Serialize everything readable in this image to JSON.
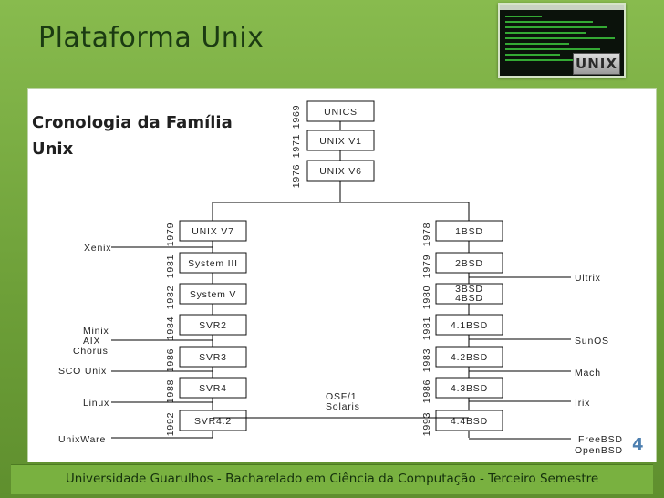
{
  "slide": {
    "title": "Plataforma Unix",
    "subtitle": "Cronologia da Família Unix",
    "footer": "Universidade Guarulhos   -   Bacharelado em Ciência da Computação   -   Terceiro Semestre",
    "page_number": "4",
    "logo_text": "UNIX"
  },
  "diagram": {
    "top_years": [
      "1969",
      "1971",
      "1976"
    ],
    "top_boxes": [
      "UNICS",
      "UNIX V1",
      "UNIX V6"
    ],
    "left_years": [
      "1979",
      "1981",
      "1982",
      "1984",
      "1986",
      "1988",
      "1992"
    ],
    "left_boxes": [
      "UNIX V7",
      "System III",
      "System V",
      "SVR2",
      "SVR3",
      "SVR4",
      "SVR4.2"
    ],
    "right_years": [
      "1978",
      "1979",
      "1980",
      "1981",
      "1983",
      "1986",
      "1993"
    ],
    "right_boxes": [
      "1BSD",
      "2BSD",
      "3BSD\n4BSD",
      "4.1BSD",
      "4.2BSD",
      "4.3BSD",
      "4.4BSD"
    ],
    "left_branches": [
      "Xenix",
      "Minix",
      "AIX",
      "Chorus",
      "SCO Unix",
      "Linux",
      "UnixWare"
    ],
    "right_branches": [
      "Ultrix",
      "SunOS",
      "Mach",
      "Irix",
      "FreeBSD",
      "OpenBSD"
    ],
    "center_label": "OSF/1\nSolaris"
  }
}
